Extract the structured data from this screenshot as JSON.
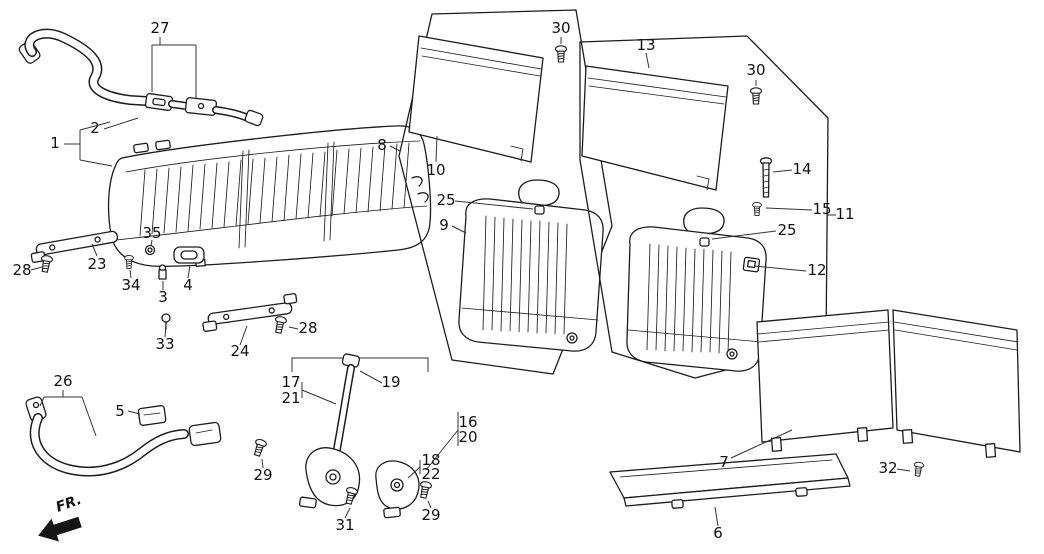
{
  "diagram": {
    "fr_label": "FR.",
    "parts": {
      "p1": "1",
      "p2": "2",
      "p3": "3",
      "p4": "4",
      "p5": "5",
      "p6": "6",
      "p7": "7",
      "p8": "8",
      "p9": "9",
      "p10": "10",
      "p11": "11",
      "p12": "12",
      "p13": "13",
      "p14": "14",
      "p15": "15",
      "p16": "16",
      "p17": "17",
      "p18": "18",
      "p19": "19",
      "p20": "20",
      "p21": "21",
      "p22": "22",
      "p23": "23",
      "p24": "24",
      "p25a": "25",
      "p25b": "25",
      "p26": "26",
      "p27": "27",
      "p28a": "28",
      "p28b": "28",
      "p29a": "29",
      "p29b": "29",
      "p30a": "30",
      "p30b": "30",
      "p31": "31",
      "p32": "32",
      "p33": "33",
      "p34": "34",
      "p35": "35"
    }
  }
}
